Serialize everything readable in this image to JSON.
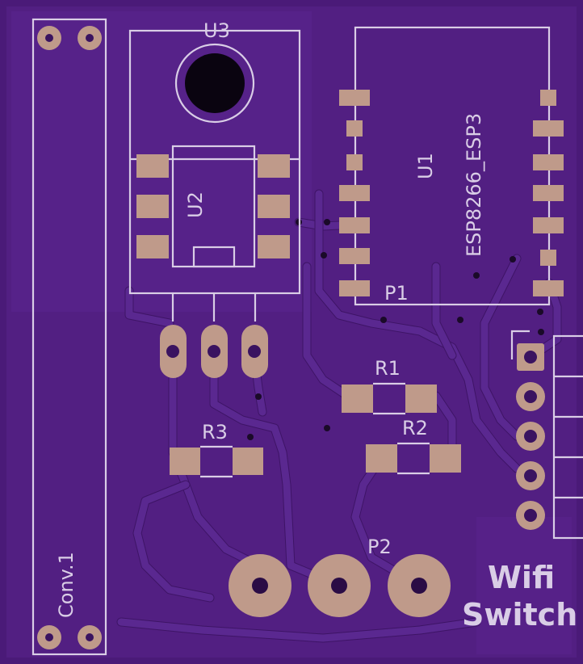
{
  "board": {
    "title_line1": "Wifi",
    "title_line2": "Switch",
    "colors": {
      "board": "#4a1a78",
      "copper_pour": "#521f82",
      "silkscreen": "#d9cde6",
      "pad": "#bf9a8a",
      "via": "#1a0a28"
    }
  },
  "components": {
    "u3": "U3",
    "u2": "U2",
    "u1": "U1",
    "esp": "ESP8266_ESP3",
    "p1": "P1",
    "p2": "P2",
    "r1": "R1",
    "r2": "R2",
    "r3": "R3",
    "conv": "Conv.1"
  }
}
